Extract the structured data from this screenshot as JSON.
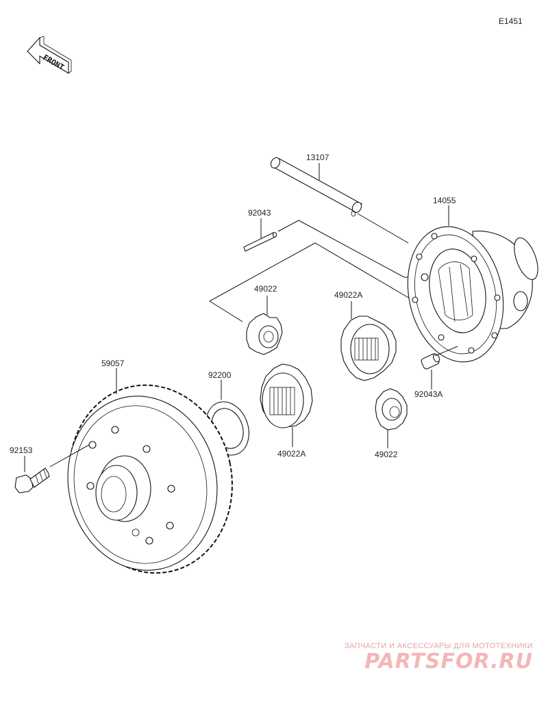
{
  "diagram_code": "E1451",
  "front_label": "FRONT",
  "parts": {
    "shaft": "13107",
    "pin": "92043",
    "case": "14055",
    "pinion_upper": "49022",
    "side_gear_right": "49022A",
    "washer": "92200",
    "side_gear_left": "49022A",
    "pinion_lower": "49022",
    "pin_a": "92043A",
    "ring_gear": "59057",
    "bolt": "92153"
  },
  "watermark": {
    "tagline": "ЗАПЧАСТИ И АКСЕССУАРЫ ДЛЯ МОТОТЕХНИКИ",
    "brand": "PARTSFOR.RU"
  },
  "colors": {
    "line": "#111111",
    "label": "#222222",
    "watermark": "#f4b6b6"
  }
}
